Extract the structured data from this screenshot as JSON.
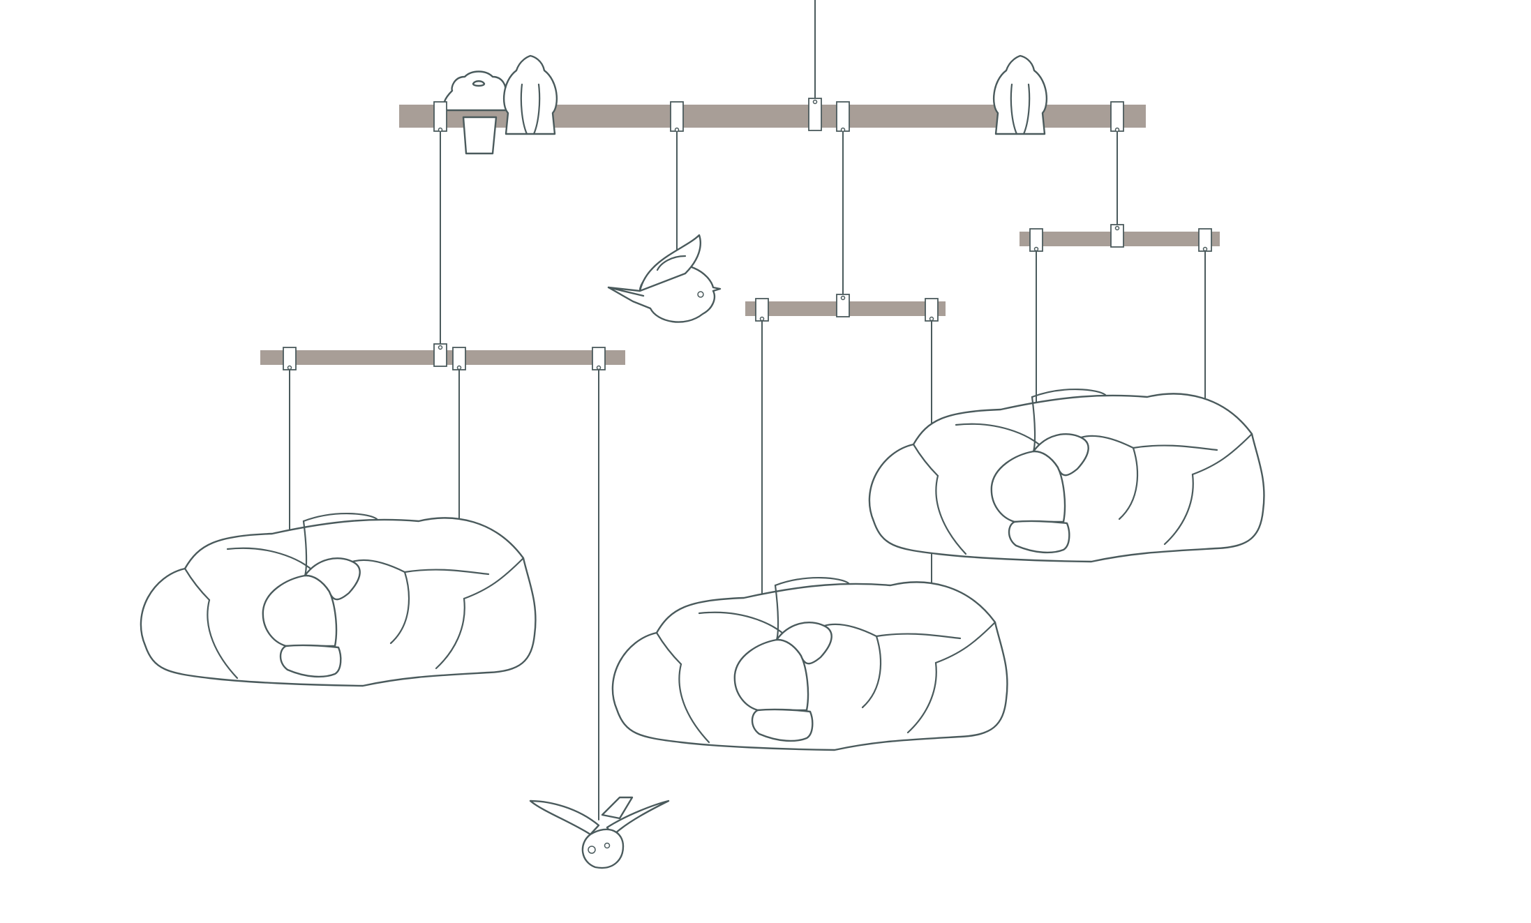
{
  "title": "",
  "colors": {
    "background": "#ffffff",
    "bar": "#a89e97",
    "line": "#4a5a5c"
  },
  "illustration": {
    "bars_count": 4,
    "clouds_count": 3,
    "perched_birds_count": 3,
    "flying_birds_count": 2,
    "icons": [
      "cloud-icon",
      "bird-icon",
      "clip-icon"
    ]
  }
}
